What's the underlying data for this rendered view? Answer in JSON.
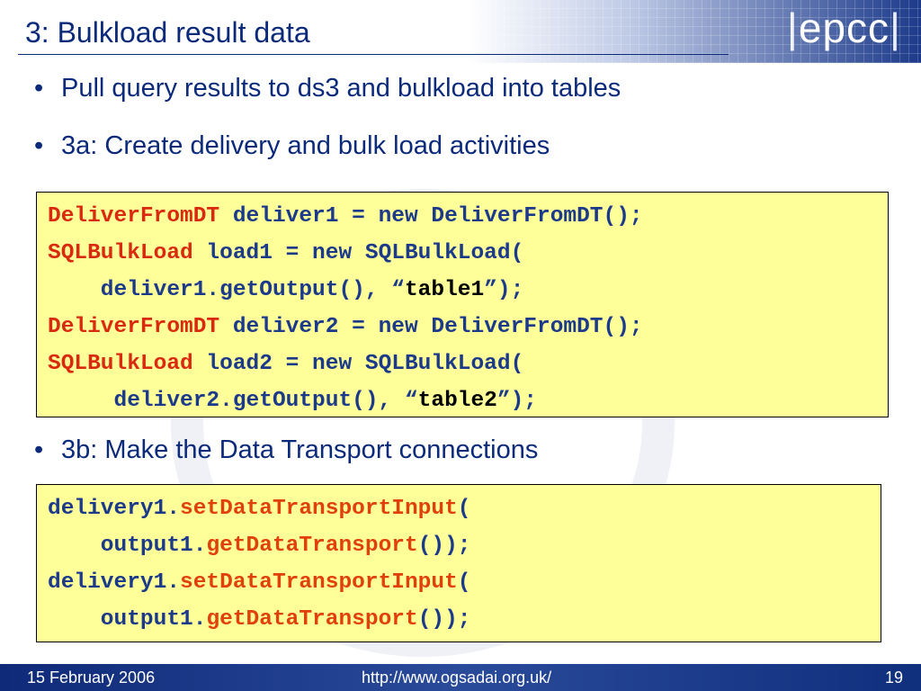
{
  "logo": {
    "text": "epcc"
  },
  "title": "3: Bulkload result data",
  "bullets": [
    "Pull query results to ds3 and bulkload into tables",
    "3a: Create delivery and bulk load activities",
    "3b: Make the Data Transport connections"
  ],
  "code1": {
    "l1a": "DeliverFromDT",
    "l1b": " deliver1 = new DeliverFromDT();",
    "l2a": "SQLBulkLoad",
    "l2b": " load1 = new SQLBulkLoad(",
    "l3a": "    deliver1.getOutput(), “",
    "l3b": "table1",
    "l3c": "”);",
    "l4a": "DeliverFromDT",
    "l4b": " deliver2 = new DeliverFromDT();",
    "l5a": "SQLBulkLoad",
    "l5b": " load2 = new SQLBulkLoad(",
    "l6a": "     deliver2.getOutput(), “",
    "l6b": "table2",
    "l6c": "”);"
  },
  "code2": {
    "l1a": "delivery1.",
    "l1b": "setDataTransportInput",
    "l1c": "(",
    "l2a": "    output1.",
    "l2b": "getDataTransport",
    "l2c": "());",
    "l3a": "delivery1.",
    "l3b": "setDataTransportInput",
    "l3c": "(",
    "l4a": "    output1.",
    "l4b": "getDataTransport",
    "l4c": "());"
  },
  "footer": {
    "date": "15 February 2006",
    "url": "http://www.ogsadai.org.uk/",
    "page": "19"
  }
}
